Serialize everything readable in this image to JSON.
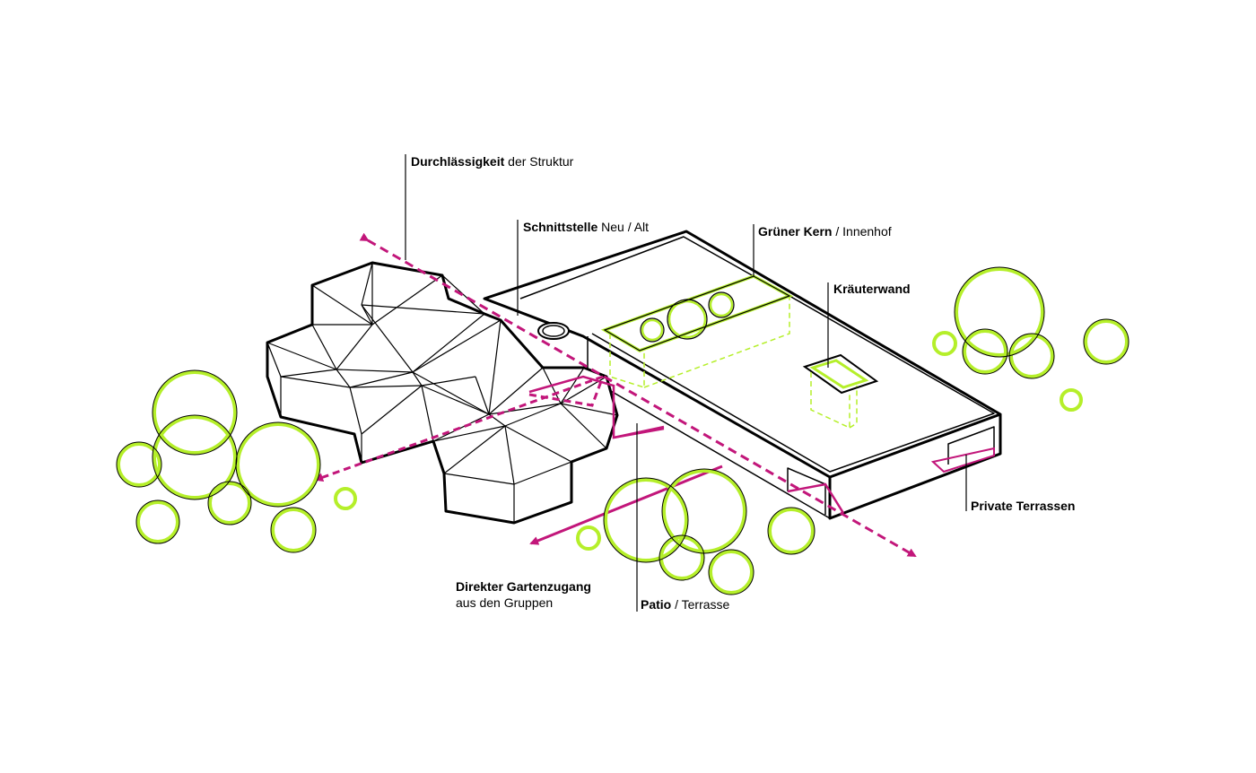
{
  "labels": {
    "durchlaessigkeit": {
      "bold": "Durchlässigkeit",
      "rest": " der Struktur"
    },
    "schnittstelle": {
      "bold": "Schnittstelle",
      "rest": " Neu / Alt"
    },
    "gruener_kern": {
      "bold": "Grüner Kern",
      "rest": " / Innenhof"
    },
    "kraeuterwand": {
      "bold": "Kräuterwand",
      "rest": ""
    },
    "private_terrassen": {
      "bold": "Private Terrassen",
      "rest": ""
    },
    "direkter_gartenzugang": {
      "bold": "Direkter Gartenzugang",
      "line2": "aus den Gruppen"
    },
    "patio": {
      "bold": "Patio",
      "rest": " / Terrasse"
    }
  },
  "colors": {
    "structure": "#000000",
    "green": "#b5ef2a",
    "magenta": "#c2167a"
  }
}
